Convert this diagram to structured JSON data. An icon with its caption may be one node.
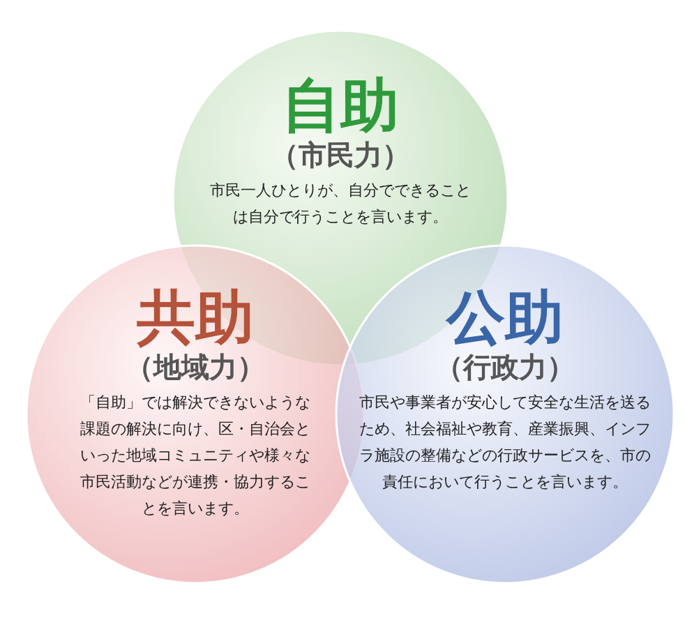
{
  "diagram": {
    "nodes": [
      {
        "text": [
          "自助",
          "（市民力）",
          "市民一人ひとりが、自分でできることは自分で行うことを言います。"
        ]
      },
      {
        "text": [
          "共助",
          "（地域力）",
          "「自助」では解決できないような課題の解決に向け、区・自治会といった地域コミュニティや様々な市民活動などが連携・協力することを言います。"
        ]
      },
      {
        "text": [
          "公助",
          "（行政力）",
          "市民や事業者が安心して安全な生活を送るため、社会福祉や教育、産業振興、インフラ施設の整備などの行政サービスを、市の責任において行うことを言います。"
        ]
      }
    ]
  }
}
